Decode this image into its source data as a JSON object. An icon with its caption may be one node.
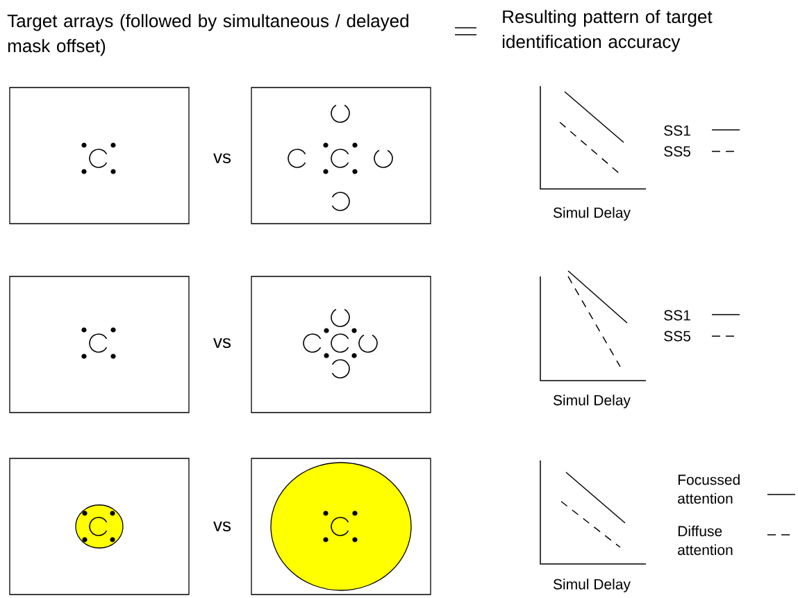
{
  "diagram": {
    "labels": [
      "Target arrays (followed by simultaneous / delayed mask offset)",
      "Resulting pattern of target identification accuracy",
      "vs",
      "Simul Delay",
      "vs",
      "Simul Delay",
      "vs",
      "Simul Delay"
    ],
    "legend": [
      {
        "text": "SS1"
      },
      {
        "text": "SS5"
      },
      {
        "text": "SS1"
      },
      {
        "text": "SS5"
      },
      {
        "text": "Focussed attention"
      },
      {
        "text": "Diffuse attention"
      }
    ]
  }
}
